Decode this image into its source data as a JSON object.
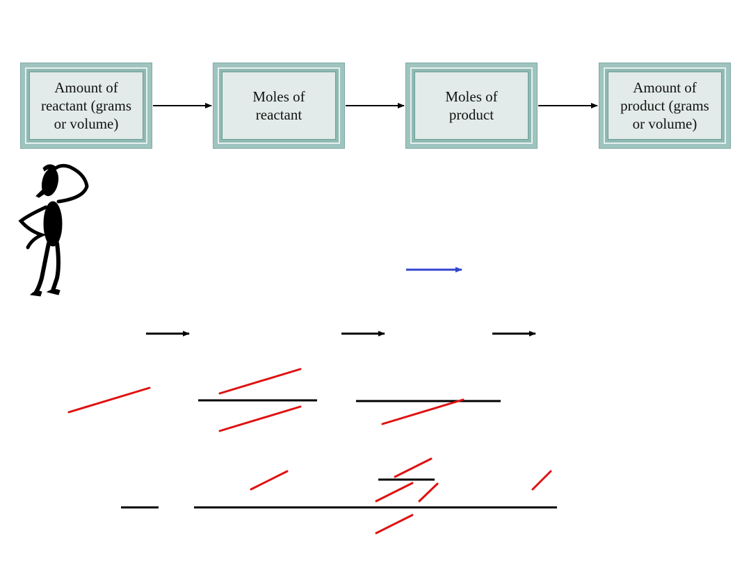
{
  "flow": {
    "boxes": [
      {
        "label": "Amount of\nreactant (grams\nor volume)"
      },
      {
        "label": "Moles of\nreactant"
      },
      {
        "label": "Moles of\nproduct"
      },
      {
        "label": "Amount of\nproduct (grams\nor volume)"
      }
    ]
  },
  "colors": {
    "box_fill": "#e2ebe9",
    "box_frame": "#9fc4bf",
    "arrow": "#000000",
    "blue_arrow": "#3344cc",
    "red_stroke": "#e01010"
  },
  "icons": {
    "figure": "thinking-person-silhouette-icon"
  }
}
